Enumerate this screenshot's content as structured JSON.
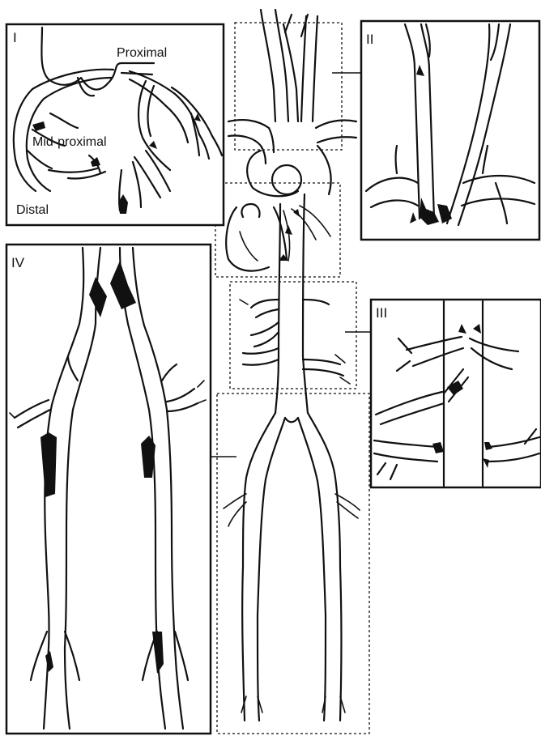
{
  "panels": {
    "p1": {
      "numeral": "I",
      "labels": {
        "proximal": "Proximal",
        "mid": "Mid-proximal",
        "distal": "Distal"
      }
    },
    "p2": {
      "numeral": "II"
    },
    "p3": {
      "numeral": "III"
    },
    "p4": {
      "numeral": "IV"
    }
  },
  "colors": {
    "line": "#111111",
    "background": "#ffffff"
  }
}
